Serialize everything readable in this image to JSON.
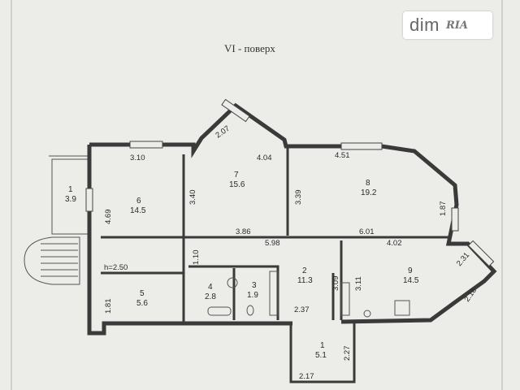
{
  "title": "VI - поверх",
  "watermark": {
    "dim": "dim",
    "ria": "RIA"
  },
  "rooms": [
    {
      "num": "1",
      "area": "3.9"
    },
    {
      "num": "6",
      "area": "14.5"
    },
    {
      "num": "7",
      "area": "15.6"
    },
    {
      "num": "8",
      "area": "19.2"
    },
    {
      "num": "2",
      "area": "11.3"
    },
    {
      "num": "9",
      "area": "14.5"
    },
    {
      "num": "5",
      "area": "5.6"
    },
    {
      "num": "4",
      "area": "2.8"
    },
    {
      "num": "3",
      "area": "1.9"
    },
    {
      "num": "1",
      "area": "5.1"
    }
  ],
  "dimensions": [
    "3.10",
    "2.07",
    "4.04",
    "4.51",
    "4.69",
    "3.40",
    "3.39",
    "1.87",
    "3.86",
    "5.98",
    "6.01",
    "4.02",
    "2.31",
    "1.10",
    "h=2.50",
    "3.09",
    "3.11",
    "2.18",
    "1.81",
    "2.37",
    "2.27",
    "2.17"
  ]
}
